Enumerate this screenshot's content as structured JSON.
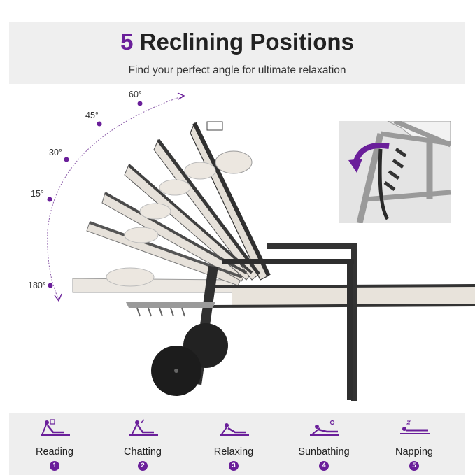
{
  "header": {
    "title_number": "5",
    "title_text": "Reclining Positions",
    "subtitle": "Find your perfect angle for ultimate relaxation"
  },
  "angles": [
    "60°",
    "45°",
    "30°",
    "15°",
    "180°"
  ],
  "positions": [
    {
      "label": "Reading",
      "number": "1"
    },
    {
      "label": "Chatting",
      "number": "2"
    },
    {
      "label": "Relaxing",
      "number": "3"
    },
    {
      "label": "Sunbathing",
      "number": "4"
    },
    {
      "label": "Napping",
      "number": "5"
    }
  ],
  "colors": {
    "accent": "#6a1f9a",
    "frame": "#3a3a3a",
    "fabric": "#e8e3db"
  }
}
